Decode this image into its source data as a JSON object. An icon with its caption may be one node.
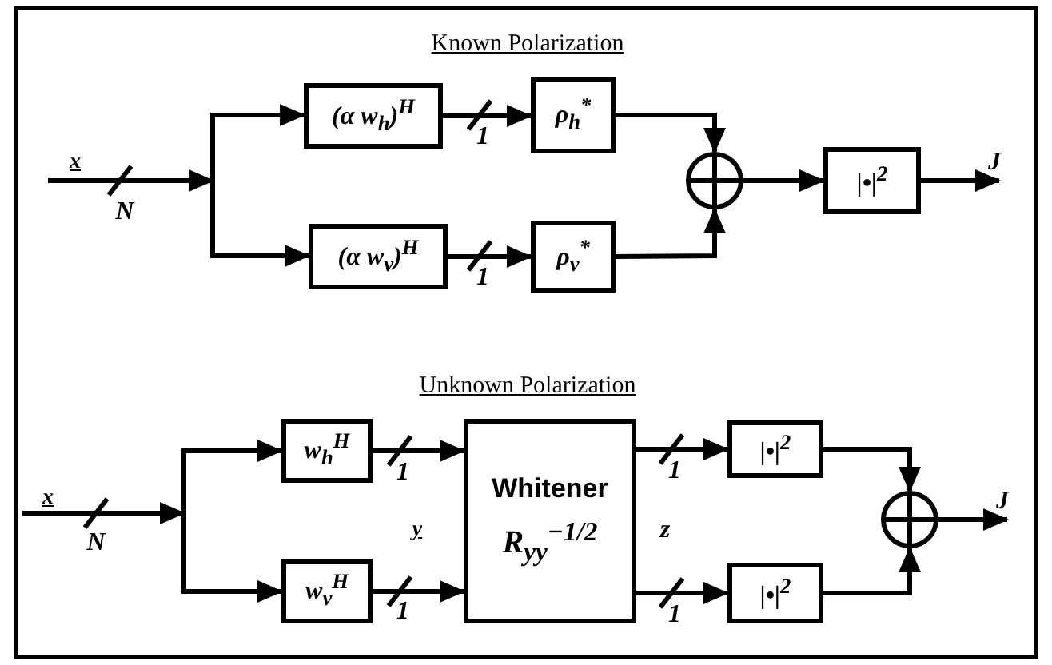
{
  "diagram": {
    "nodes": [
      {
        "text": [
          "(α w$_{h}$)$^{H}$"
        ]
      },
      {
        "text": [
          "(α w$_{v}$)$^{H}$"
        ]
      },
      {
        "text": [
          "ρ$_{h}$$^{*}$"
        ]
      },
      {
        "text": [
          "ρ$_{v}$$^{*}$"
        ]
      },
      {
        "text": [],
        "shape": "circle"
      },
      {
        "text": [
          "|•|$^{2}$"
        ]
      },
      {
        "text": [
          "w$_{h}$$^{H}$"
        ]
      },
      {
        "text": [
          "w$_{v}$$^{H}$"
        ]
      },
      {
        "text": [
          "Whitener",
          "R$_{yy}$$^{−1/2}$"
        ]
      },
      {
        "text": [
          "|•|$^{2}$"
        ]
      },
      {
        "text": [
          "|•|$^{2}$"
        ]
      },
      {
        "text": [],
        "shape": "circle"
      }
    ],
    "edges": [
      {
        "from": null,
        "to": 0,
        "arrow": "to"
      },
      {
        "from": null,
        "to": 1,
        "arrow": "to"
      },
      {
        "from": 0,
        "to": 2,
        "arrow": "to"
      },
      {
        "from": 1,
        "to": 3,
        "arrow": "to"
      },
      {
        "from": 2,
        "to": 4,
        "arrow": "to"
      },
      {
        "from": 3,
        "to": 4,
        "arrow": "to"
      },
      {
        "from": 4,
        "to": 5,
        "arrow": "to"
      },
      {
        "from": 5,
        "to": null,
        "arrow": "to",
        "label": "J"
      },
      {
        "from": null,
        "to": 6,
        "arrow": "to"
      },
      {
        "from": null,
        "to": 7,
        "arrow": "to"
      },
      {
        "from": 6,
        "to": 8,
        "arrow": "to"
      },
      {
        "from": 7,
        "to": 8,
        "arrow": "to"
      },
      {
        "from": 8,
        "to": 9,
        "arrow": "to"
      },
      {
        "from": 8,
        "to": 10,
        "arrow": "to"
      },
      {
        "from": 9,
        "to": 11,
        "arrow": "to"
      },
      {
        "from": 10,
        "to": 11,
        "arrow": "to"
      },
      {
        "from": 11,
        "to": null,
        "arrow": "to",
        "label": "J"
      }
    ],
    "labels": [
      "Known Polarization",
      "x",
      "N",
      "1",
      "1",
      "Unknown Polarization",
      "x",
      "N",
      "1",
      "1",
      "y",
      "z",
      "1",
      "1"
    ]
  }
}
